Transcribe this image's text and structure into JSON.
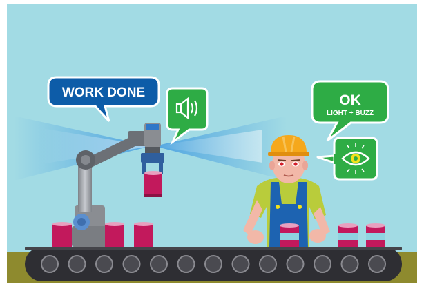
{
  "robot_bubble": {
    "text": "WORK DONE"
  },
  "worker_bubble": {
    "title": "OK",
    "subtitle": "LIGHT + BUZZ"
  },
  "icons": {
    "robot_signal": "speaker-icon",
    "worker_signal": "eye-icon"
  },
  "colors": {
    "sky": "#a2dbe4",
    "ground": "#8e8a2e",
    "belt": "#2e2e33",
    "wheel": "#4a4a50",
    "robot_bubble": "#0d5ca8",
    "green_bubble": "#2eac45",
    "can": "#c2195c",
    "can_label": "#8fd3e0",
    "helmet": "#f5a81c",
    "overalls": "#1d63b1",
    "shirt": "#b9cc3b"
  }
}
